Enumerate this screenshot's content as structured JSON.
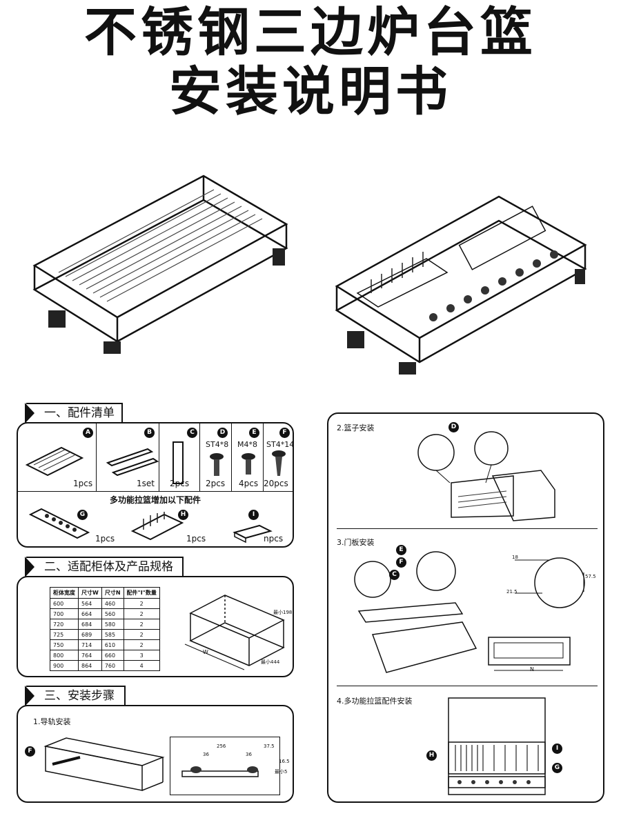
{
  "title": {
    "line1": "不锈钢三边炉台篮",
    "line2": "安装说明书"
  },
  "sections": {
    "parts": "一、配件清单",
    "cabinet": "二、适配柜体及产品规格",
    "steps": "三、安装步骤"
  },
  "parts": [
    {
      "badge": "A",
      "spec": "",
      "qty": "1pcs"
    },
    {
      "badge": "B",
      "spec": "",
      "qty": "1set"
    },
    {
      "badge": "C",
      "spec": "",
      "qty": "2pcs"
    },
    {
      "badge": "D",
      "spec": "ST4*8",
      "qty": "2pcs"
    },
    {
      "badge": "E",
      "spec": "M4*8",
      "qty": "4pcs"
    },
    {
      "badge": "F",
      "spec": "ST4*14",
      "qty": "20pcs"
    }
  ],
  "extra_parts": {
    "heading": "多功能拉篮增加以下配件",
    "items": [
      {
        "badge": "G",
        "qty": "1pcs"
      },
      {
        "badge": "H",
        "qty": "1pcs"
      },
      {
        "badge": "I",
        "qty": "npcs"
      }
    ]
  },
  "spec_table": {
    "headers": [
      "柜体宽度",
      "尺寸W",
      "尺寸N",
      "配件\"I\"数量"
    ],
    "rows": [
      [
        "600",
        "564",
        "460",
        "2"
      ],
      [
        "700",
        "664",
        "560",
        "2"
      ],
      [
        "720",
        "684",
        "580",
        "2"
      ],
      [
        "725",
        "689",
        "585",
        "2"
      ],
      [
        "750",
        "714",
        "610",
        "2"
      ],
      [
        "800",
        "764",
        "660",
        "3"
      ],
      [
        "900",
        "864",
        "760",
        "4"
      ]
    ]
  },
  "cabinet_dims": {
    "height": "最小198",
    "depth": "最小444",
    "width": "W"
  },
  "steps": {
    "s1": "1.导轨安装",
    "s2": "2.篮子安装",
    "s3": "3.门板安装",
    "s4": "4.多功能拉篮配件安装"
  },
  "step1_dims": {
    "d256": "256",
    "d36a": "36",
    "d36b": "36",
    "d37": "37.5",
    "d16": "16.5",
    "min5": "最小5"
  },
  "step3_dims": {
    "d18": "18",
    "d57": "57.5",
    "d21": "21.5",
    "n": "N"
  },
  "badges": {
    "f1": "F",
    "d2": "D",
    "e3": "E",
    "f3": "F",
    "c3": "C",
    "h4": "H",
    "i4": "I",
    "g4": "G"
  }
}
